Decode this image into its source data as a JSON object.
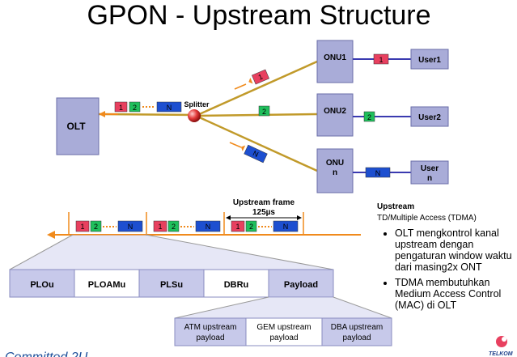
{
  "title": "GPON - Upstream Structure",
  "olt": "OLT",
  "splitter": "Splitter",
  "onus": [
    {
      "label_lines": [
        "ONU1"
      ],
      "packet": "1",
      "user_lines": [
        "User1"
      ]
    },
    {
      "label_lines": [
        "ONU2"
      ],
      "packet": "2",
      "user_lines": [
        "User2"
      ]
    },
    {
      "label_lines": [
        "ONU",
        "n"
      ],
      "packet": "N",
      "user_lines": [
        "User",
        "n"
      ]
    }
  ],
  "fiber_packets": [
    "1",
    "2",
    "N"
  ],
  "olt_packets": [
    "1",
    "2",
    "N"
  ],
  "frame": {
    "title_line1": "Upstream frame",
    "title_line2": "125µs",
    "group_packets": [
      "1",
      "2",
      "N"
    ]
  },
  "fields": [
    "PLOu",
    "PLOAMu",
    "PLSu",
    "DBRu",
    "Payload"
  ],
  "payload_types": [
    {
      "lines": [
        "ATM upstream",
        "payload"
      ]
    },
    {
      "lines": [
        "GEM upstream",
        "payload"
      ]
    },
    {
      "lines": [
        "DBA upstream",
        "payload"
      ]
    }
  ],
  "notes": {
    "heading": "Upstream",
    "subheading": "TD/Multiple Access (TDMA)",
    "bullets": [
      "OLT mengkontrol kanal upstream dengan pengaturan window waktu dari masing2x ONT",
      "TDMA membutuhkan Medium Access Control (MAC) di OLT"
    ]
  },
  "footer_left": "Committed 2U",
  "logo": "TELKOM",
  "colors": {
    "box": "#a9acd8",
    "box_dark": "#7b7fb6",
    "pkt1": "#e8405f",
    "pkt2": "#1fbf5c",
    "pktN": "#1d4fd0",
    "fiber": "#c19a2a",
    "frame_line": "#f08a1c",
    "user_link": "#3a3ab0",
    "field": "#c7c9ea"
  }
}
